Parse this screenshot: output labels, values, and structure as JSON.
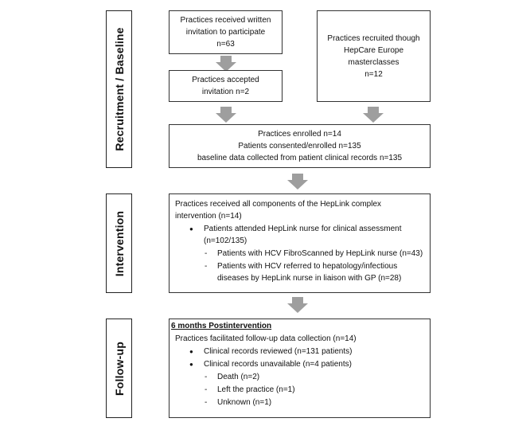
{
  "phases": {
    "recruitment": "Recruitment / Baseline",
    "intervention": "Intervention",
    "followup": "Follow-up"
  },
  "boxes": {
    "invitation": [
      "Practices received written",
      "invitation to participate",
      "n=63"
    ],
    "accepted": [
      "Practices accepted",
      "invitation n=2"
    ],
    "masterclass": [
      "Practices recruited though",
      "HepCare Europe",
      "masterclasses",
      "n=12"
    ],
    "enrolled": [
      "Practices enrolled n=14",
      "Patients consented/enrolled n=135",
      "baseline data collected from patient clinical records n=135"
    ]
  },
  "intervention": {
    "line1": "Practices received all components of the HepLink complex",
    "line2": "intervention (n=14)",
    "bullet1a": "Patients attended HepLink nurse for clinical assessment",
    "bullet1b": "(n=102/135)",
    "dash1": "Patients with HCV FibroScanned by HepLink nurse (n=43)",
    "dash2a": "Patients with HCV referred to hepatology/infectious",
    "dash2b": "diseases by HepLink nurse in liaison with GP (n=28)"
  },
  "followup": {
    "title": "6 months Postintervention",
    "line1": "Practices facilitated follow-up data collection (n=14)",
    "bullet1": "Clinical records reviewed (n=131 patients)",
    "bullet2": "Clinical records unavailable (n=4 patients)",
    "dash1": "Death (n=2)",
    "dash2": "Left the practice (n=1)",
    "dash3": "Unknown (n=1)"
  },
  "colors": {
    "arrow": "#9e9e9e",
    "border": "#333333"
  }
}
